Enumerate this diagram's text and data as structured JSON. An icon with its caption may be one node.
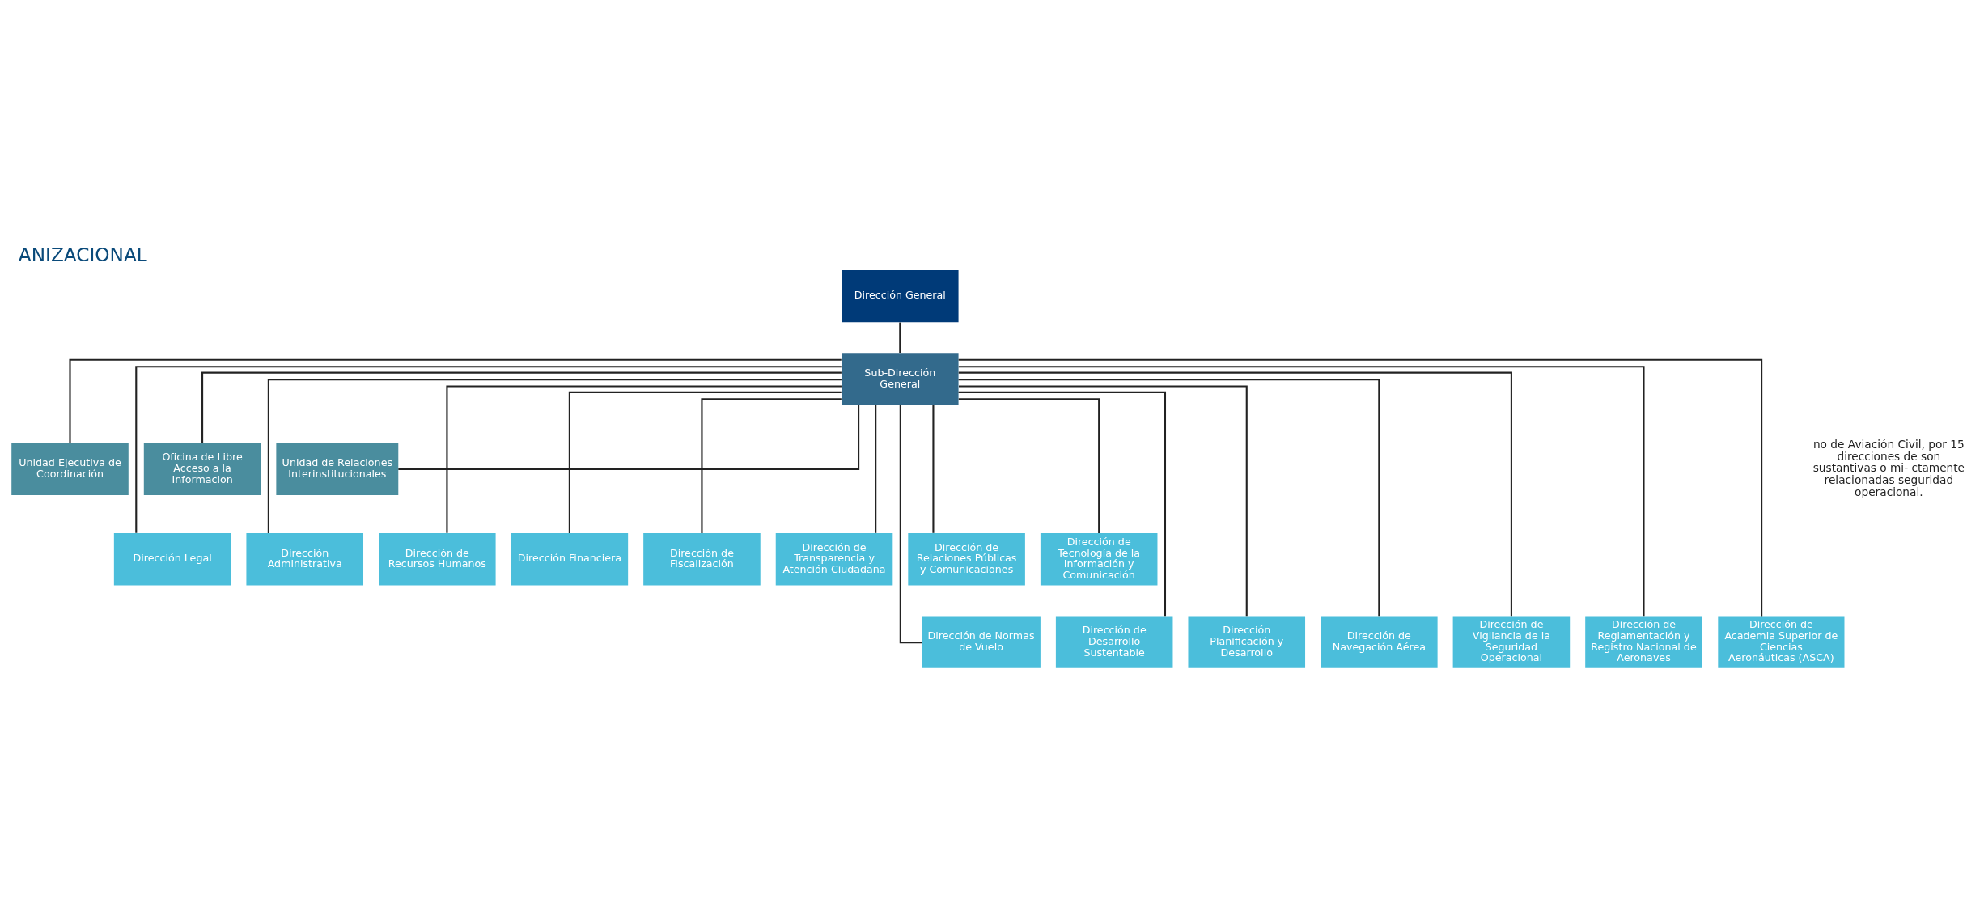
{
  "diagram": {
    "title": "ANIZACIONAL",
    "nodes": [
      {
        "text": [
          "Dirección General"
        ]
      },
      {
        "text": [
          "Sub-Dirección General"
        ]
      },
      {
        "text": [
          "Unidad Ejecutiva de Coordinación"
        ]
      },
      {
        "text": [
          "Oficina de Libre Acceso a la Informacion"
        ]
      },
      {
        "text": [
          "Unidad de Relaciones Interinstitucionales"
        ]
      },
      {
        "text": [
          "Dirección Legal"
        ]
      },
      {
        "text": [
          "Dirección Administrativa"
        ]
      },
      {
        "text": [
          "Dirección de Recursos Humanos"
        ]
      },
      {
        "text": [
          "Dirección Financiera"
        ]
      },
      {
        "text": [
          "Dirección de Fiscalización"
        ]
      },
      {
        "text": [
          "Dirección de Transparencia y Atención Ciudadana"
        ]
      },
      {
        "text": [
          "Dirección de Relaciones Públicas y Comunicaciones"
        ]
      },
      {
        "text": [
          "Dirección de Tecnología de la Información y Comunicación"
        ]
      },
      {
        "text": [
          "Dirección de Normas de Vuelo"
        ]
      },
      {
        "text": [
          "Dirección de Desarrollo Sustentable"
        ]
      },
      {
        "text": [
          "Dirección Planificación y Desarrollo"
        ]
      },
      {
        "text": [
          "Dirección de Navegación Aérea"
        ]
      },
      {
        "text": [
          "Dirección de Vigilancia de la Seguridad Operacional"
        ]
      },
      {
        "text": [
          "Dirección de Reglamentación y Registro Nacional de Aeronaves"
        ]
      },
      {
        "text": [
          "Dirección de Academia Superior de Ciencias Aeronáuticas (ASCA)"
        ]
      }
    ],
    "edges": [
      {
        "from": 0,
        "to": 1,
        "arrow": "none"
      },
      {
        "from": 1,
        "to": 2,
        "arrow": "none"
      },
      {
        "from": 1,
        "to": 3,
        "arrow": "none"
      },
      {
        "from": 1,
        "to": 4,
        "arrow": "none"
      },
      {
        "from": 1,
        "to": 5,
        "arrow": "none"
      },
      {
        "from": 1,
        "to": 6,
        "arrow": "none"
      },
      {
        "from": 1,
        "to": 7,
        "arrow": "none"
      },
      {
        "from": 1,
        "to": 8,
        "arrow": "none"
      },
      {
        "from": 1,
        "to": 9,
        "arrow": "none"
      },
      {
        "from": 1,
        "to": 10,
        "arrow": "none"
      },
      {
        "from": 1,
        "to": 11,
        "arrow": "none"
      },
      {
        "from": 1,
        "to": 12,
        "arrow": "none"
      },
      {
        "from": 1,
        "to": 13,
        "arrow": "none"
      },
      {
        "from": 1,
        "to": 14,
        "arrow": "none"
      },
      {
        "from": 1,
        "to": 15,
        "arrow": "none"
      },
      {
        "from": 1,
        "to": 16,
        "arrow": "none"
      },
      {
        "from": 1,
        "to": 17,
        "arrow": "none"
      },
      {
        "from": 1,
        "to": 18,
        "arrow": "none"
      },
      {
        "from": 1,
        "to": 19,
        "arrow": "none"
      }
    ],
    "labels": [
      "no de Aviación Civil, por 15 direcciones de son sustantivas o mi- ctamente relacionadas seguridad operacional."
    ]
  }
}
